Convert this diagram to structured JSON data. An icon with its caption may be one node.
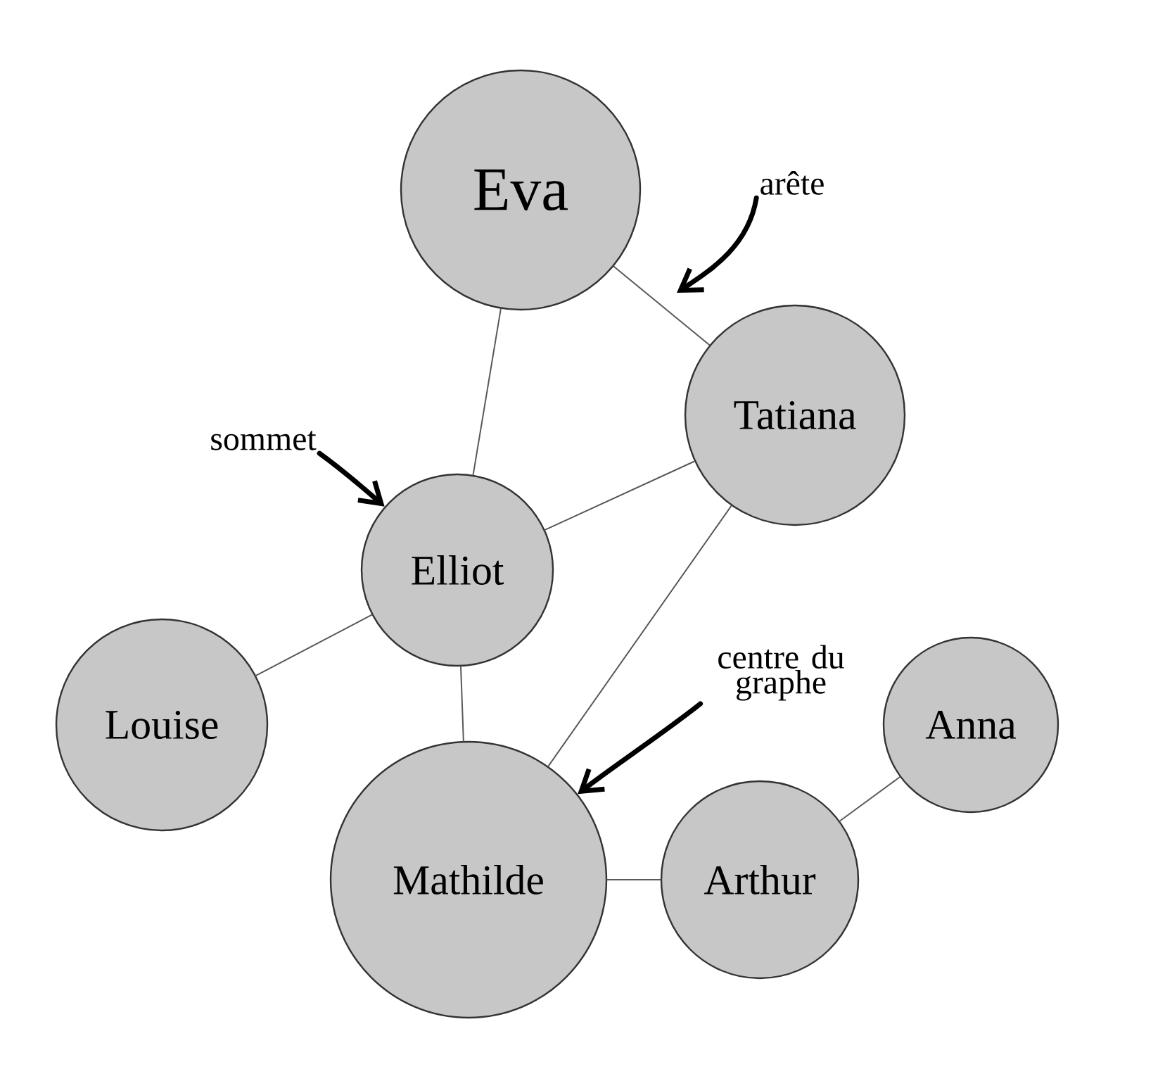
{
  "diagram": {
    "nodes": [
      {
        "text": [
          "Eva"
        ]
      },
      {
        "text": [
          "Tatiana"
        ]
      },
      {
        "text": [
          "Elliot"
        ]
      },
      {
        "text": [
          "Louise"
        ]
      },
      {
        "text": [
          "Mathilde"
        ]
      },
      {
        "text": [
          "Arthur"
        ]
      },
      {
        "text": [
          "Anna"
        ]
      },
      {
        "text": [
          "arête"
        ]
      },
      {
        "text": [
          "sommet"
        ]
      },
      {
        "text": [
          "centre du graphe"
        ]
      }
    ],
    "edges": [
      {
        "from": 0,
        "to": 1,
        "arrow": "none"
      },
      {
        "from": 0,
        "to": 2,
        "arrow": "none"
      },
      {
        "from": 2,
        "to": 1,
        "arrow": "none"
      },
      {
        "from": 3,
        "to": 2,
        "arrow": "none"
      },
      {
        "from": 2,
        "to": 4,
        "arrow": "none"
      },
      {
        "from": 1,
        "to": 4,
        "arrow": "none"
      },
      {
        "from": 4,
        "to": 5,
        "arrow": "none"
      },
      {
        "from": 5,
        "to": 6,
        "arrow": "none"
      },
      {
        "from": 7,
        "to": null,
        "arrow": "to",
        "style": "thick",
        "color": "#000000"
      },
      {
        "from": 8,
        "to": 2,
        "arrow": "to",
        "style": "thick",
        "color": "#000000"
      },
      {
        "from": 9,
        "to": 4,
        "arrow": "to",
        "style": "thick",
        "color": "#000000"
      }
    ]
  }
}
